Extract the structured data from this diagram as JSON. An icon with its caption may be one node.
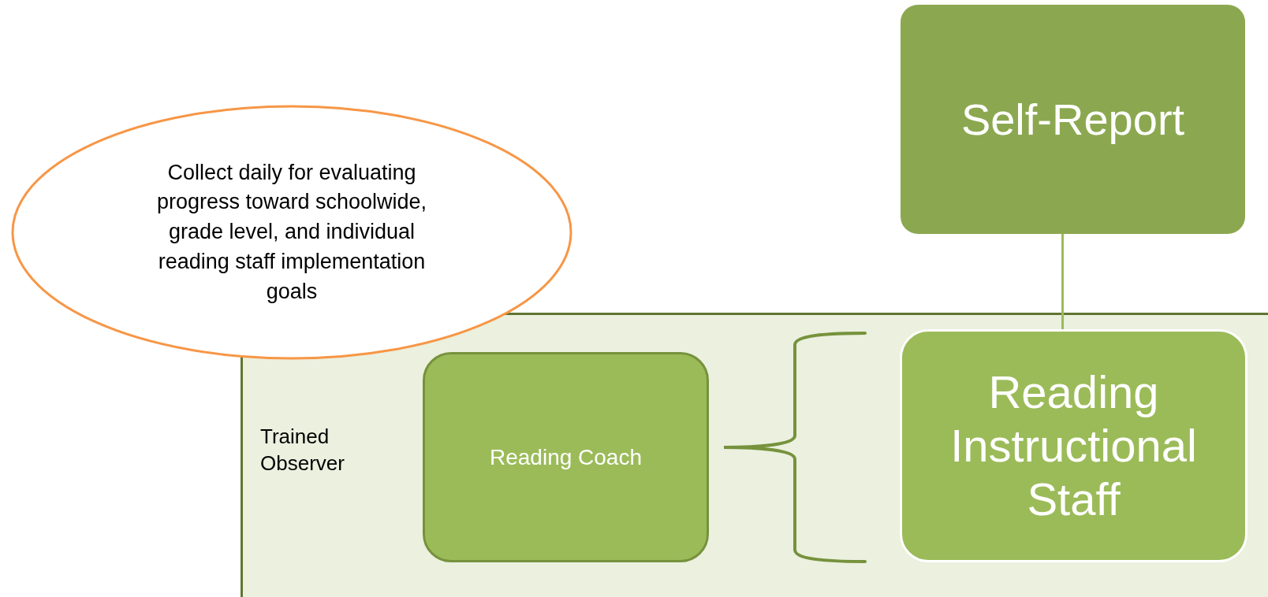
{
  "diagram": {
    "nodes": [
      {
        "text": [
          "Collect daily for evaluating progress toward schoolwide, grade level, and individual reading staff implementation goals"
        ]
      },
      {
        "text": [
          "Self-Report"
        ]
      },
      {
        "text": [
          "Trained Observer"
        ]
      },
      {
        "text": [
          "Reading Coach"
        ],
        "in": 2
      },
      {
        "text": [
          "Reading Instructional Staff"
        ],
        "in": 2
      }
    ],
    "edges": [
      {
        "from": 1,
        "to": 4,
        "arrow": "none"
      }
    ]
  }
}
